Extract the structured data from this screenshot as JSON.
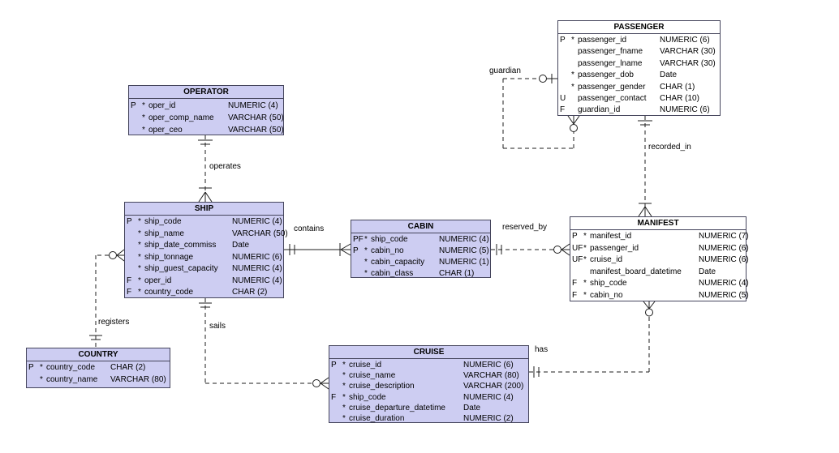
{
  "colors": {
    "background": "#ffffff",
    "entity_fill": "#cdcdf2",
    "entity_fill_alt": "#ffffff",
    "entity_border": "#45455c",
    "line": "#1c1c1c",
    "text": "#000000"
  },
  "labels": {
    "operates": "operates",
    "contains": "contains",
    "registers": "registers",
    "sails": "sails",
    "reserved_by": "reserved_by",
    "recorded_in": "recorded_in",
    "has": "has",
    "guardian": "guardian"
  },
  "entities": [
    {
      "id": "operator",
      "title": "OPERATOR",
      "columns": [
        {
          "key": "P",
          "mand": "*",
          "name": "oper_id",
          "type": "NUMERIC (4)"
        },
        {
          "key": "",
          "mand": "*",
          "name": "oper_comp_name",
          "type": "VARCHAR (50)"
        },
        {
          "key": "",
          "mand": "*",
          "name": "oper_ceo",
          "type": "VARCHAR (50)"
        }
      ]
    },
    {
      "id": "passenger",
      "title": "PASSENGER",
      "columns": [
        {
          "key": "P",
          "mand": "*",
          "name": "passenger_id",
          "type": "NUMERIC (6)"
        },
        {
          "key": "",
          "mand": "",
          "name": "passenger_fname",
          "type": "VARCHAR (30)"
        },
        {
          "key": "",
          "mand": "",
          "name": "passenger_lname",
          "type": "VARCHAR (30)"
        },
        {
          "key": "",
          "mand": "*",
          "name": "passenger_dob",
          "type": "Date"
        },
        {
          "key": "",
          "mand": "*",
          "name": "passenger_gender",
          "type": "CHAR (1)"
        },
        {
          "key": "U",
          "mand": "",
          "name": "passenger_contact",
          "type": "CHAR (10)"
        },
        {
          "key": "F",
          "mand": "",
          "name": "guardian_id",
          "type": "NUMERIC (6)"
        }
      ]
    },
    {
      "id": "ship",
      "title": "SHIP",
      "columns": [
        {
          "key": "P",
          "mand": "*",
          "name": "ship_code",
          "type": "NUMERIC (4)"
        },
        {
          "key": "",
          "mand": "*",
          "name": "ship_name",
          "type": "VARCHAR (50)"
        },
        {
          "key": "",
          "mand": "*",
          "name": "ship_date_commiss",
          "type": "Date"
        },
        {
          "key": "",
          "mand": "*",
          "name": "ship_tonnage",
          "type": "NUMERIC (6)"
        },
        {
          "key": "",
          "mand": "*",
          "name": "ship_guest_capacity",
          "type": "NUMERIC (4)"
        },
        {
          "key": "F",
          "mand": "*",
          "name": "oper_id",
          "type": "NUMERIC (4)"
        },
        {
          "key": "F",
          "mand": "*",
          "name": "country_code",
          "type": "CHAR (2)"
        }
      ]
    },
    {
      "id": "cabin",
      "title": "CABIN",
      "columns": [
        {
          "key": "PF",
          "mand": "*",
          "name": "ship_code",
          "type": "NUMERIC (4)"
        },
        {
          "key": "P",
          "mand": "*",
          "name": "cabin_no",
          "type": "NUMERIC (5)"
        },
        {
          "key": "",
          "mand": "*",
          "name": "cabin_capacity",
          "type": "NUMERIC (1)"
        },
        {
          "key": "",
          "mand": "*",
          "name": "cabin_class",
          "type": "CHAR (1)"
        }
      ]
    },
    {
      "id": "manifest",
      "title": "MANIFEST",
      "columns": [
        {
          "key": "P",
          "mand": "*",
          "name": "manifest_id",
          "type": "NUMERIC (7)"
        },
        {
          "key": "UF",
          "mand": "*",
          "name": "passenger_id",
          "type": "NUMERIC (6)"
        },
        {
          "key": "UF",
          "mand": "*",
          "name": "cruise_id",
          "type": "NUMERIC (6)"
        },
        {
          "key": "",
          "mand": "",
          "name": "manifest_board_datetime",
          "type": "Date"
        },
        {
          "key": "F",
          "mand": "*",
          "name": "ship_code",
          "type": "NUMERIC (4)"
        },
        {
          "key": "F",
          "mand": "*",
          "name": "cabin_no",
          "type": "NUMERIC (5)"
        }
      ]
    },
    {
      "id": "country",
      "title": "COUNTRY",
      "columns": [
        {
          "key": "P",
          "mand": "*",
          "name": "country_code",
          "type": "CHAR (2)"
        },
        {
          "key": "",
          "mand": "*",
          "name": "country_name",
          "type": "VARCHAR (80)"
        }
      ]
    },
    {
      "id": "cruise",
      "title": "CRUISE",
      "columns": [
        {
          "key": "P",
          "mand": "*",
          "name": "cruise_id",
          "type": "NUMERIC (6)"
        },
        {
          "key": "",
          "mand": "*",
          "name": "cruise_name",
          "type": "VARCHAR (80)"
        },
        {
          "key": "",
          "mand": "*",
          "name": "cruise_description",
          "type": "VARCHAR (200)"
        },
        {
          "key": "F",
          "mand": "*",
          "name": "ship_code",
          "type": "NUMERIC (4)"
        },
        {
          "key": "",
          "mand": "*",
          "name": "cruise_departure_datetime",
          "type": "Date"
        },
        {
          "key": "",
          "mand": "*",
          "name": "cruise_duration",
          "type": "NUMERIC (2)"
        }
      ]
    }
  ]
}
